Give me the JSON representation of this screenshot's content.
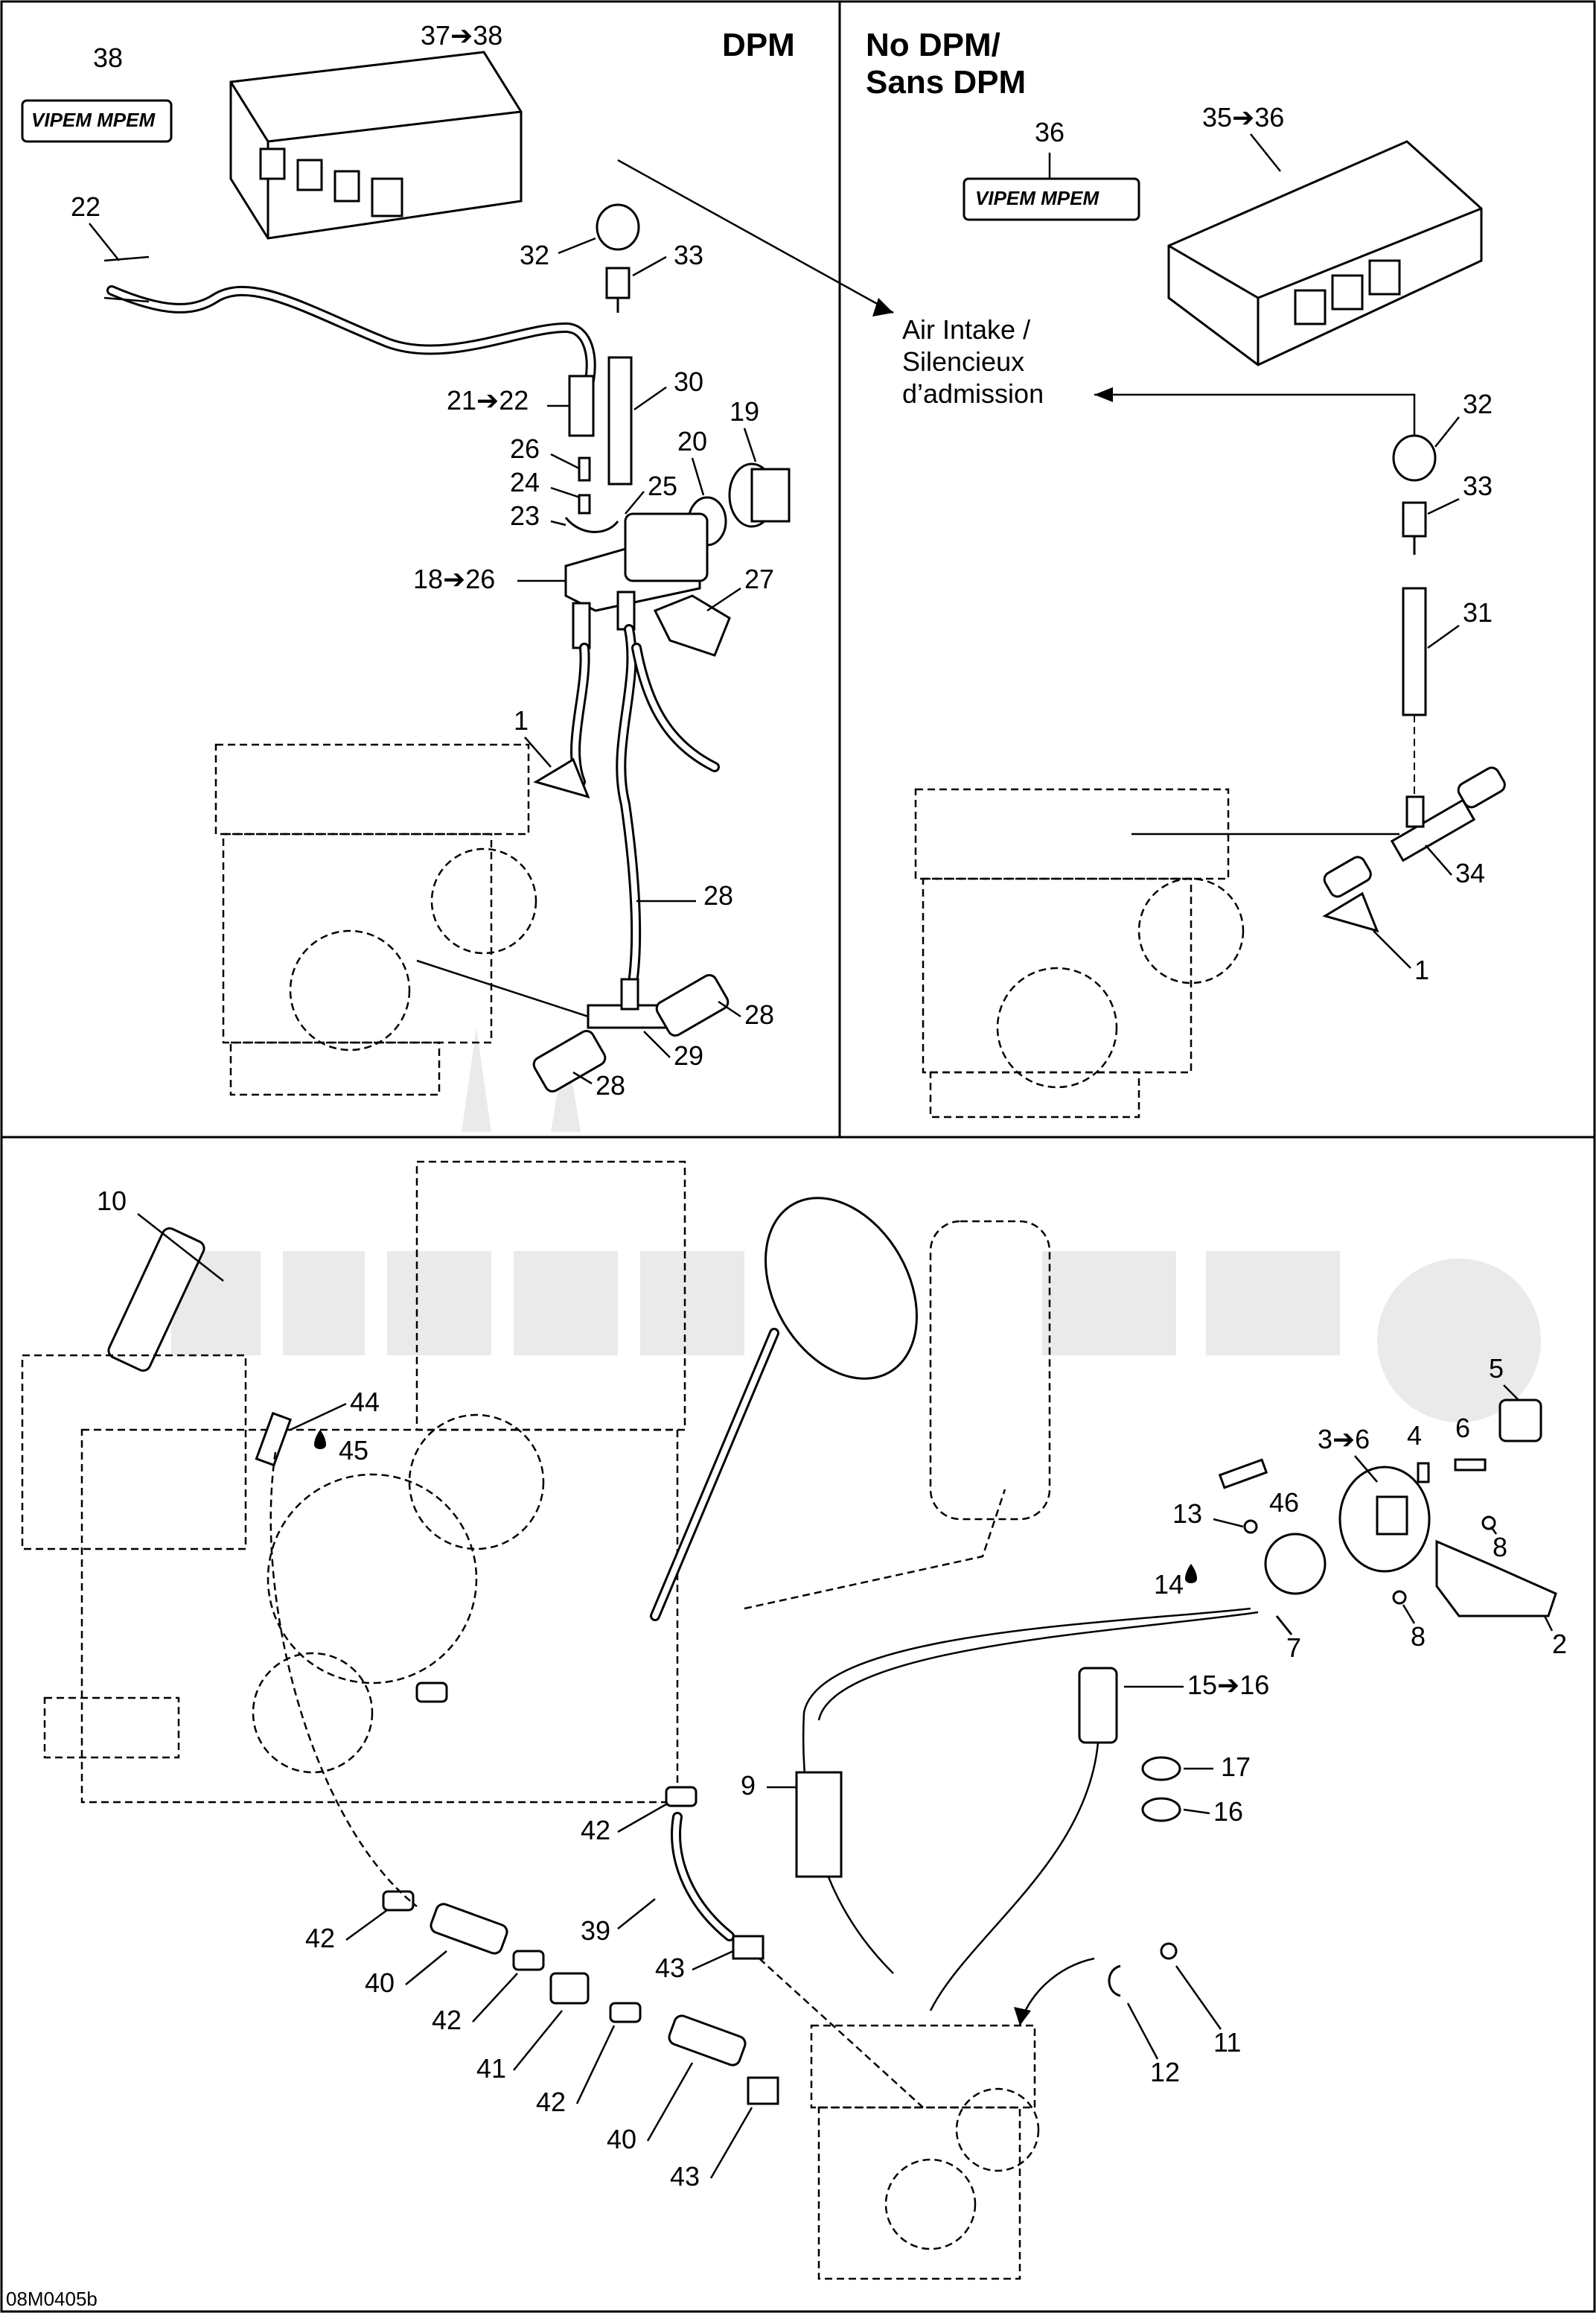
{
  "sections": {
    "dpm_header": "DPM",
    "no_dpm_header_line1": "No DPM/",
    "no_dpm_header_line2": "Sans DPM",
    "air_intake_line1": "Air Intake /",
    "air_intake_line2": "Silencieux",
    "air_intake_line3": "d’admission"
  },
  "callouts": {
    "c38_top": "38",
    "c37_38": "37➔38",
    "c22": "22",
    "c32_left": "32",
    "c33_left": "33",
    "c30": "30",
    "c21_22": "21➔22",
    "c19": "19",
    "c20": "20",
    "c26": "26",
    "c24": "24",
    "c25": "25",
    "c23": "23",
    "c18_26": "18➔26",
    "c27": "27",
    "c1_left": "1",
    "c28_a": "28",
    "c28_b": "28",
    "c29": "29",
    "c28_c": "28",
    "c36": "36",
    "c35_36": "35➔36",
    "c32_right": "32",
    "c33_right": "33",
    "c31": "31",
    "c34": "34",
    "c1_right": "1",
    "c10": "10",
    "c44": "44",
    "c45": "45",
    "c5": "5",
    "c3_6": "3➔6",
    "c4": "4",
    "c6": "6",
    "c13": "13",
    "c46": "46",
    "c8_a": "8",
    "c14": "14",
    "c7": "7",
    "c8_b": "8",
    "c2": "2",
    "c15_16": "15➔16",
    "c9": "9",
    "c17": "17",
    "c16": "16",
    "c42_a": "42",
    "c39": "39",
    "c42_b": "42",
    "c40_a": "40",
    "c43_a": "43",
    "c42_c": "42",
    "c41": "41",
    "c42_d": "42",
    "c40_b": "40",
    "c43_b": "43",
    "c12": "12",
    "c11": "11"
  },
  "logo_text": "VIPEM MPEM",
  "figure_code": "08M0405b"
}
